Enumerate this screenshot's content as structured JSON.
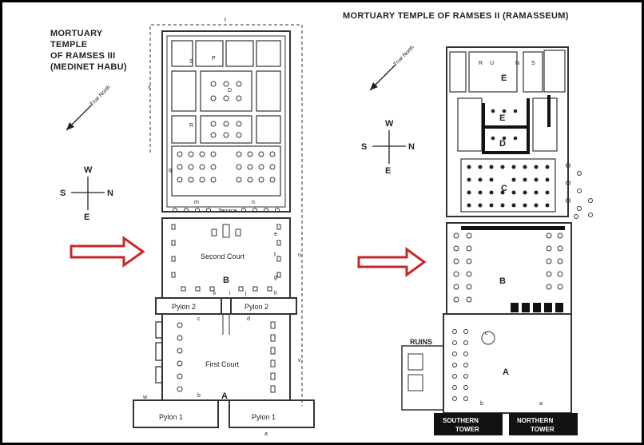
{
  "left_plan": {
    "title_lines": [
      "MORTUARY",
      "TEMPLE",
      "OF RAMSES III",
      "(MEDINET HABU)"
    ],
    "true_north": "True North",
    "compass": {
      "w": "W",
      "s": "S",
      "n": "N",
      "e": "E"
    },
    "labels": {
      "second_court": "Second Court",
      "b": "B",
      "pylon_2": "Pylon 2",
      "first_court": "First Court",
      "a": "A",
      "pylon_1": "Pylon 1",
      "terrace": "Terrace"
    },
    "keys": {
      "t": "t",
      "x": "x",
      "u": "u",
      "v": "v",
      "m": "m",
      "n": "n",
      "e": "e",
      "f": "f",
      "g": "g",
      "h": "h",
      "k": "k",
      "i": "i",
      "j": "j",
      "c": "c",
      "d": "d",
      "b": "b",
      "w": "w",
      "a": "a",
      "q": "q",
      "r": "R",
      "s": "S",
      "p": "P",
      "o": "D"
    }
  },
  "right_plan": {
    "title": "MORTUARY TEMPLE OF RAMSES II (RAMASSEUM)",
    "true_north": "True North",
    "compass": {
      "w": "W",
      "s": "S",
      "n": "N",
      "e": "E"
    },
    "keys": {
      "r": "R",
      "u": "U",
      "n": "N",
      "s": "S",
      "e": "E",
      "d": "D",
      "c": "C",
      "b": "B",
      "a": "A",
      "c_small": "c",
      "b_small": "b",
      "a_small": "a"
    },
    "ruins": "RUINS",
    "southern_tower": [
      "SOUTHERN",
      "TOWER"
    ],
    "northern_tower": [
      "NORTHERN",
      "TOWER"
    ]
  },
  "colors": {
    "arrow": "#c62828",
    "ink": "#222222"
  }
}
